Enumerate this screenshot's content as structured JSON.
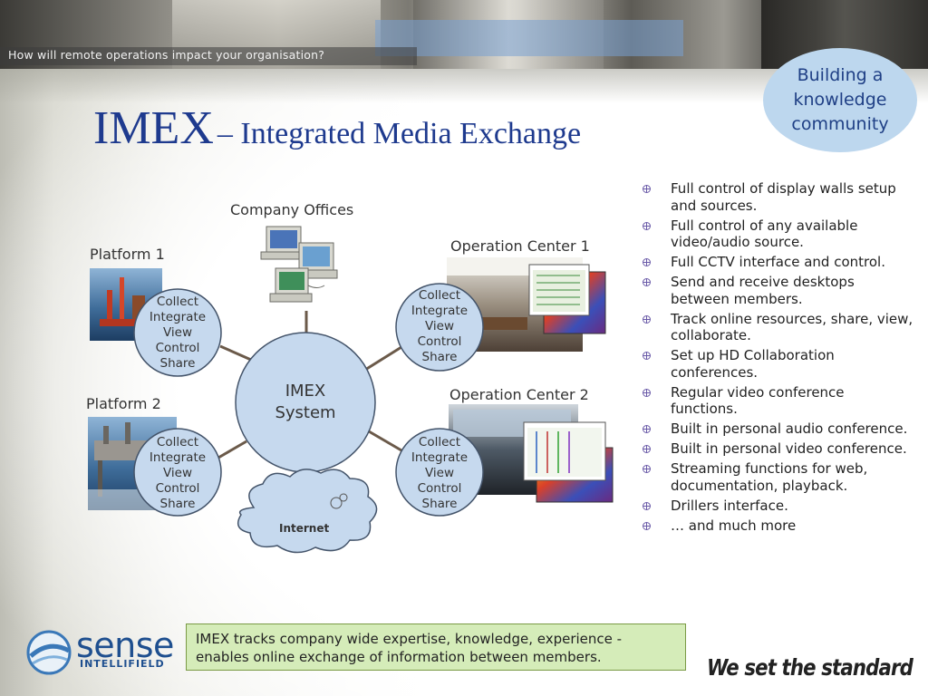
{
  "banner": {
    "tagline": "How will remote operations impact your organisation?"
  },
  "title": {
    "main": "IMEX",
    "sub": "– Integrated Media Exchange"
  },
  "bubble": {
    "text": "Building a knowledge community"
  },
  "diagram": {
    "center": {
      "line1": "IMEX",
      "line2": "System"
    },
    "company_offices": "Company Offices",
    "internet": "Internet",
    "node_lines": [
      "Collect",
      "Integrate",
      "View",
      "Control",
      "Share"
    ],
    "nodes": [
      {
        "label": "Platform 1"
      },
      {
        "label": "Platform 2"
      },
      {
        "label": "Operation Center 1"
      },
      {
        "label": "Operation Center 2"
      }
    ]
  },
  "bullets": [
    "Full control of display walls setup and sources.",
    "Full control of any available video/audio source.",
    "Full CCTV interface and control.",
    "Send and receive desktops between members.",
    "Track online resources, share, view, collaborate.",
    "Set up HD Collaboration conferences.",
    "Regular video conference functions.",
    "Built in personal audio conference.",
    "Built in personal video conference.",
    "Streaming functions for web, documentation, playback.",
    "Drillers interface.",
    "… and much more"
  ],
  "note": "IMEX tracks company wide expertise, knowledge, experience - enables online exchange of information between members.",
  "logo": {
    "word": "sense",
    "sub": "INTELLIFIELD"
  },
  "slogan": "We set the standard",
  "colors": {
    "title": "#1e3a8e",
    "circle_fill": "#c6d9ee",
    "note_fill": "#d5ecb9",
    "bubble_fill": "#bdd7ee"
  }
}
